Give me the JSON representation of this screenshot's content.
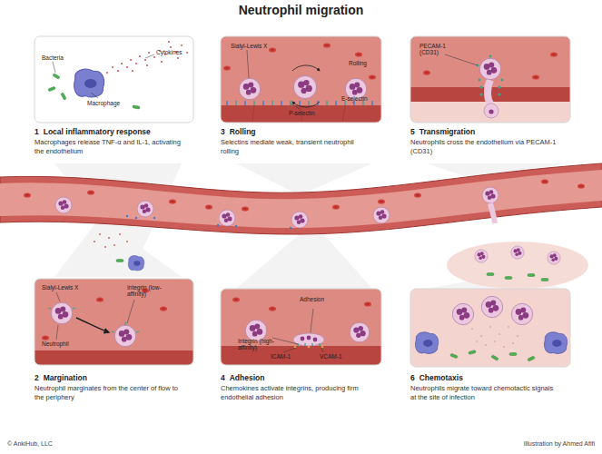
{
  "diagram": {
    "title": "Neutrophil migration",
    "nodes": [
      {
        "text": [
          "1",
          "Local inflammatory response",
          "Macrophages release TNF-α and IL-1, activating the endothelium"
        ]
      },
      {
        "text": [
          "2",
          "Margination",
          "Neutrophil marginates from the center of flow to the periphery"
        ]
      },
      {
        "text": [
          "3",
          "Rolling",
          "Selectins mediate weak, transient neutrophil rolling"
        ]
      },
      {
        "text": [
          "4",
          "Adhesion",
          "Chemokines activate integrins, producing firm endothelial adhesion"
        ]
      },
      {
        "text": [
          "5",
          "Transmigration",
          "Neutrophils cross the endothelium via PECAM-1 (CD31)"
        ]
      },
      {
        "text": [
          "6",
          "Chemotaxis",
          "Neutrophils migrate toward chemotactic signals at the site of infection"
        ]
      }
    ],
    "labels": [
      "Bacteria",
      "Cytokines",
      "Macrophage",
      "Sialyl-Lewis X",
      "Rolling",
      "P-selectin",
      "E-selectin",
      "PECAM-1 (CD31)",
      "Sialyl-Lewis X",
      "Integrin (low-affinity)",
      "Neutrophil",
      "Adhesion",
      "Integrin (high-affinity)",
      "ICAM-1",
      "VCAM-1",
      "© AnkiHub, LLC",
      "Illustration by Ahmed Afifi"
    ]
  }
}
